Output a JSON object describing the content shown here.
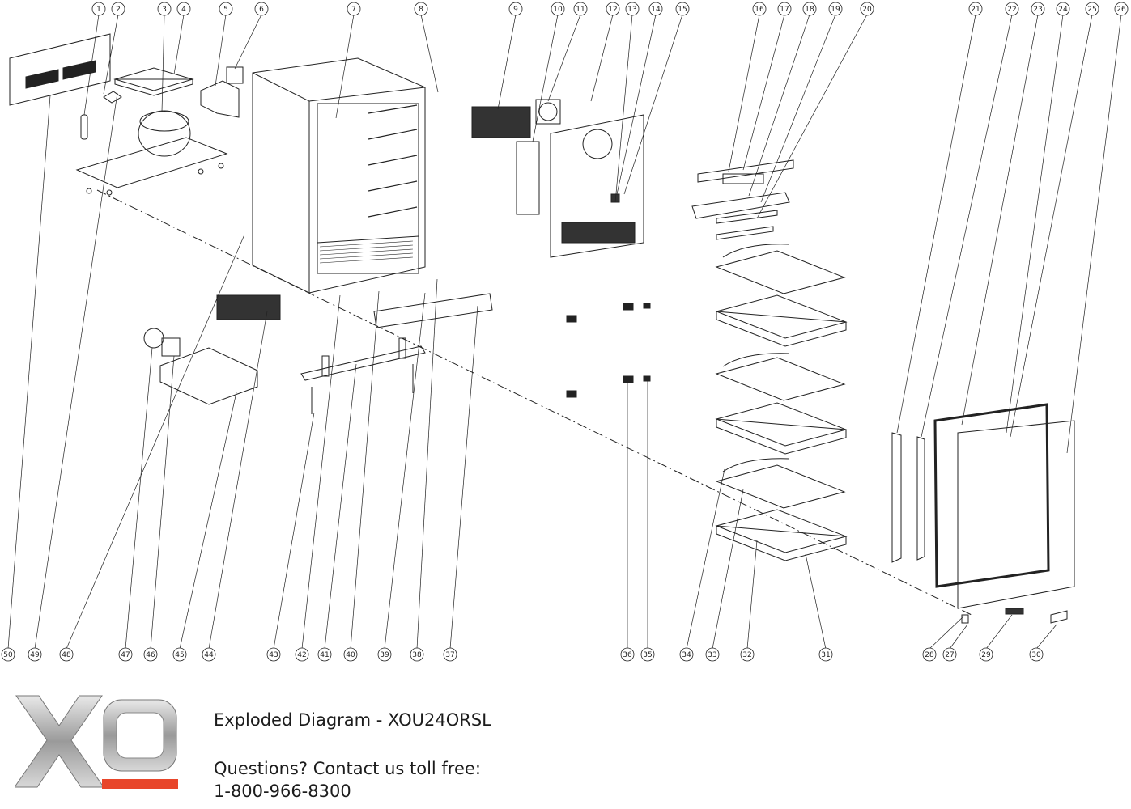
{
  "logo": {
    "text": "XO",
    "accent_color": "#e8462b",
    "metal_color": "#b8b8b8"
  },
  "title": "Exploded Diagram - XOU24ORSL",
  "contact": {
    "prompt": "Questions? Contact us toll free:",
    "phone": "1-800-966-8300"
  },
  "callouts_top": [
    "1",
    "2",
    "3",
    "4",
    "5",
    "6",
    "7",
    "8",
    "9",
    "10",
    "11",
    "12",
    "13",
    "14",
    "15",
    "16",
    "17",
    "18",
    "19",
    "20",
    "21",
    "22",
    "23",
    "24",
    "25",
    "26"
  ],
  "callouts_bottom": [
    "50",
    "49",
    "48",
    "47",
    "46",
    "45",
    "44",
    "43",
    "42",
    "41",
    "40",
    "39",
    "38",
    "37",
    "36",
    "35",
    "34",
    "33",
    "32",
    "31",
    "28",
    "27",
    "29",
    "30"
  ]
}
